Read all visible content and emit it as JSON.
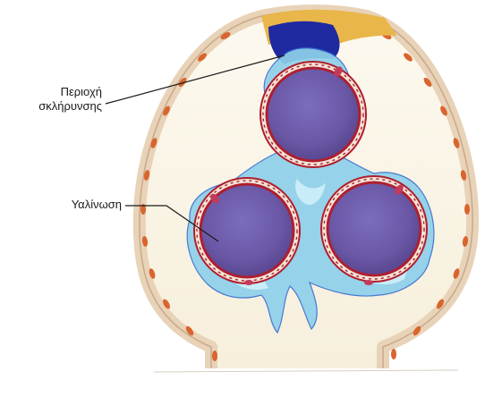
{
  "labels": {
    "sclerosis_line1": "Περιοχή",
    "sclerosis_line2": "σκλήρυνσης",
    "hyalinosis": "Υαλίνωση"
  },
  "colors": {
    "capsule_fill": "#fbf6ea",
    "capsule_cells": "#d9652e",
    "sclerosis_area": "#1f2aa0",
    "sclerosis_cap": "#e9b64a",
    "mesangium": "#8ed0ea",
    "glomerulus_fill": "#6f5aa8",
    "capillary_wall": "#b01e2e",
    "leader_line": "#1a1a1a"
  }
}
